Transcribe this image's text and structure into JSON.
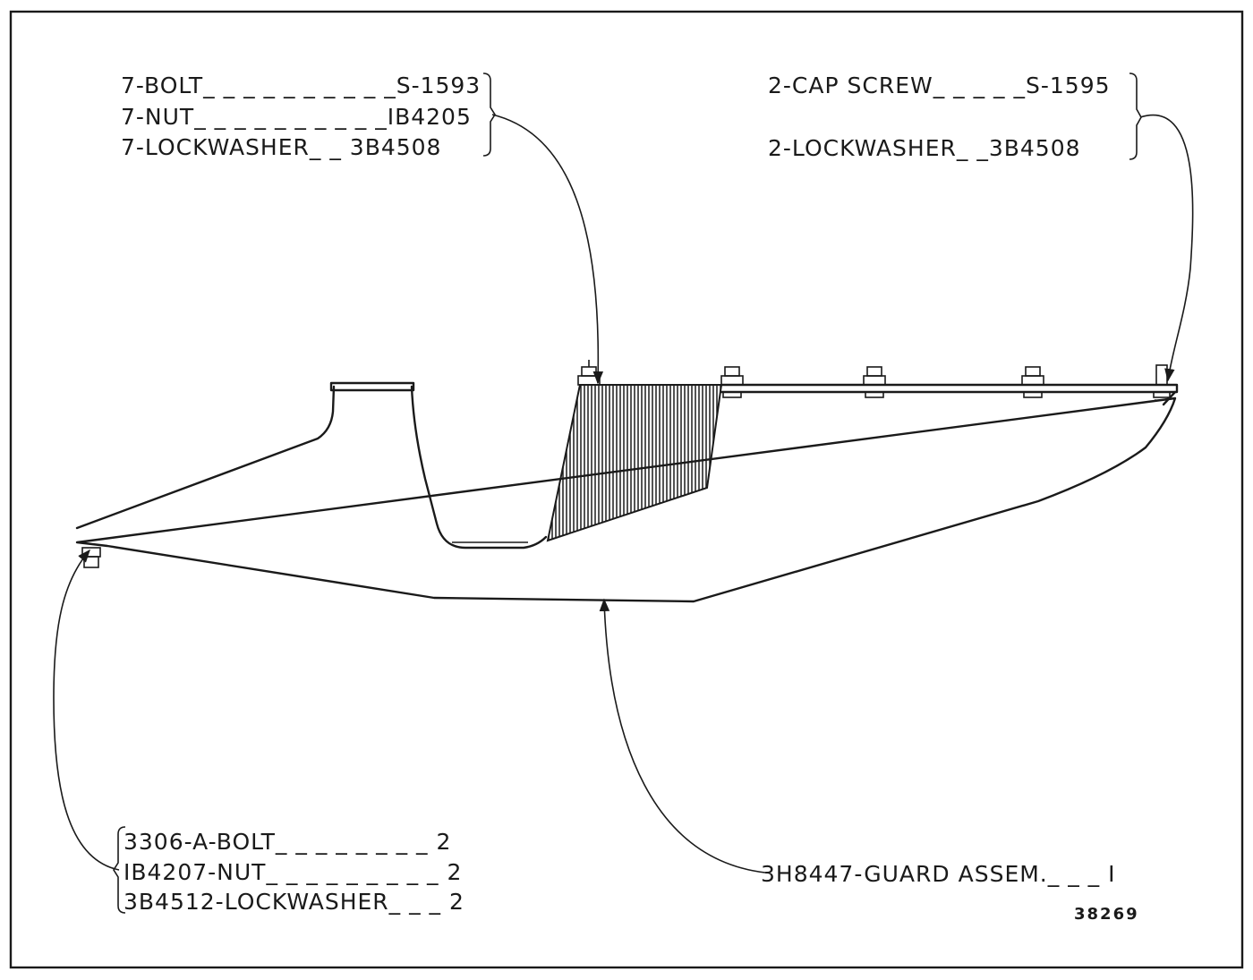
{
  "callouts": {
    "top_left": {
      "lines": [
        "7-BOLT_ _ _ _ _ _ _ _ _ _S-1593",
        "7-NUT_ _ _ _ _ _ _ _ _ _IB4205",
        "7-LOCKWASHER_ _ 3B4508"
      ]
    },
    "top_right": {
      "lines": [
        "2-CAP SCREW_ _ _ _ _S-1595",
        "2-LOCKWASHER_ _3B4508"
      ]
    },
    "bottom_left": {
      "lines": [
        "3306-A-BOLT_ _ _ _ _ _ _ _ 2",
        "IB4207-NUT_ _ _ _ _ _ _ _ _ 2",
        "3B4512-LOCKWASHER_ _ _ 2"
      ]
    },
    "bottom_right": {
      "label": "3H8447-GUARD ASSEM._ _ _ I"
    }
  },
  "figure_number": "38269"
}
